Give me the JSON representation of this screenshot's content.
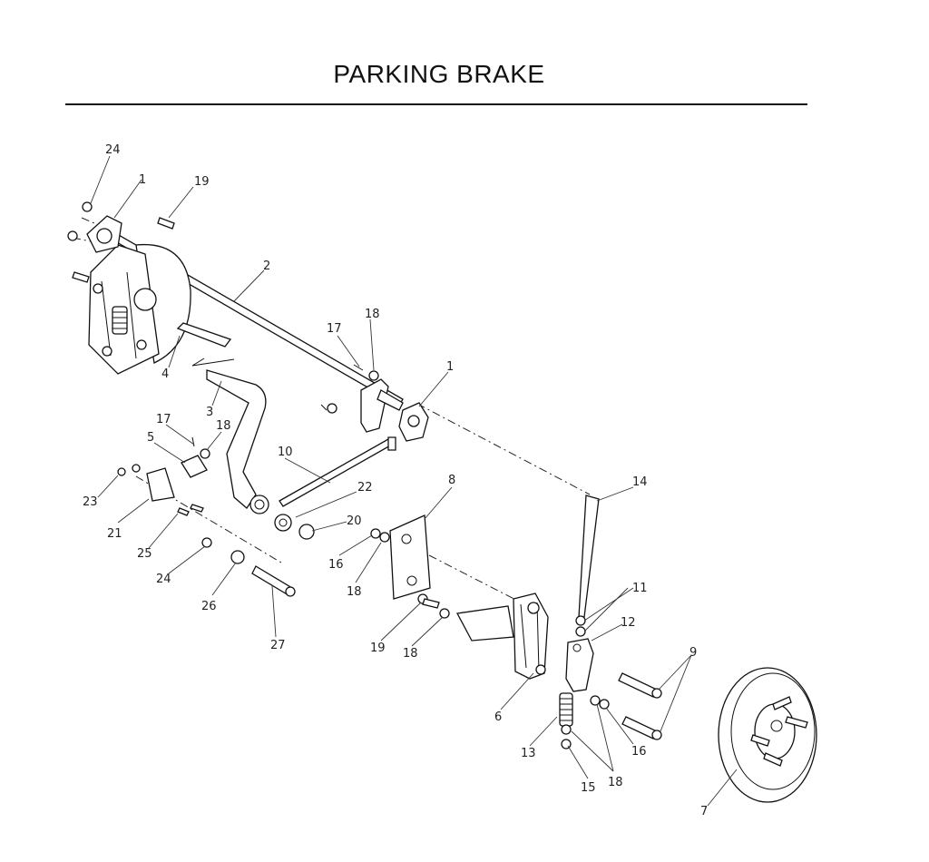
{
  "header": {
    "title": "PARKING BRAKE"
  },
  "callouts": {
    "c1a": "1",
    "c1b": "1",
    "c2": "2",
    "c3": "3",
    "c4": "4",
    "c5": "5",
    "c6": "6",
    "c7": "7",
    "c8": "8",
    "c9": "9",
    "c10": "10",
    "c11": "11",
    "c12": "12",
    "c13": "13",
    "c14": "14",
    "c15": "15",
    "c16a": "16",
    "c16b": "16",
    "c17a": "17",
    "c17b": "17",
    "c18a": "18",
    "c18b": "18",
    "c18c": "18",
    "c18d": "18",
    "c18e": "18",
    "c19a": "19",
    "c19b": "19",
    "c20": "20",
    "c21": "21",
    "c22": "22",
    "c23": "23",
    "c24a": "24",
    "c24b": "24",
    "c25": "25",
    "c26": "26",
    "c27": "27"
  }
}
